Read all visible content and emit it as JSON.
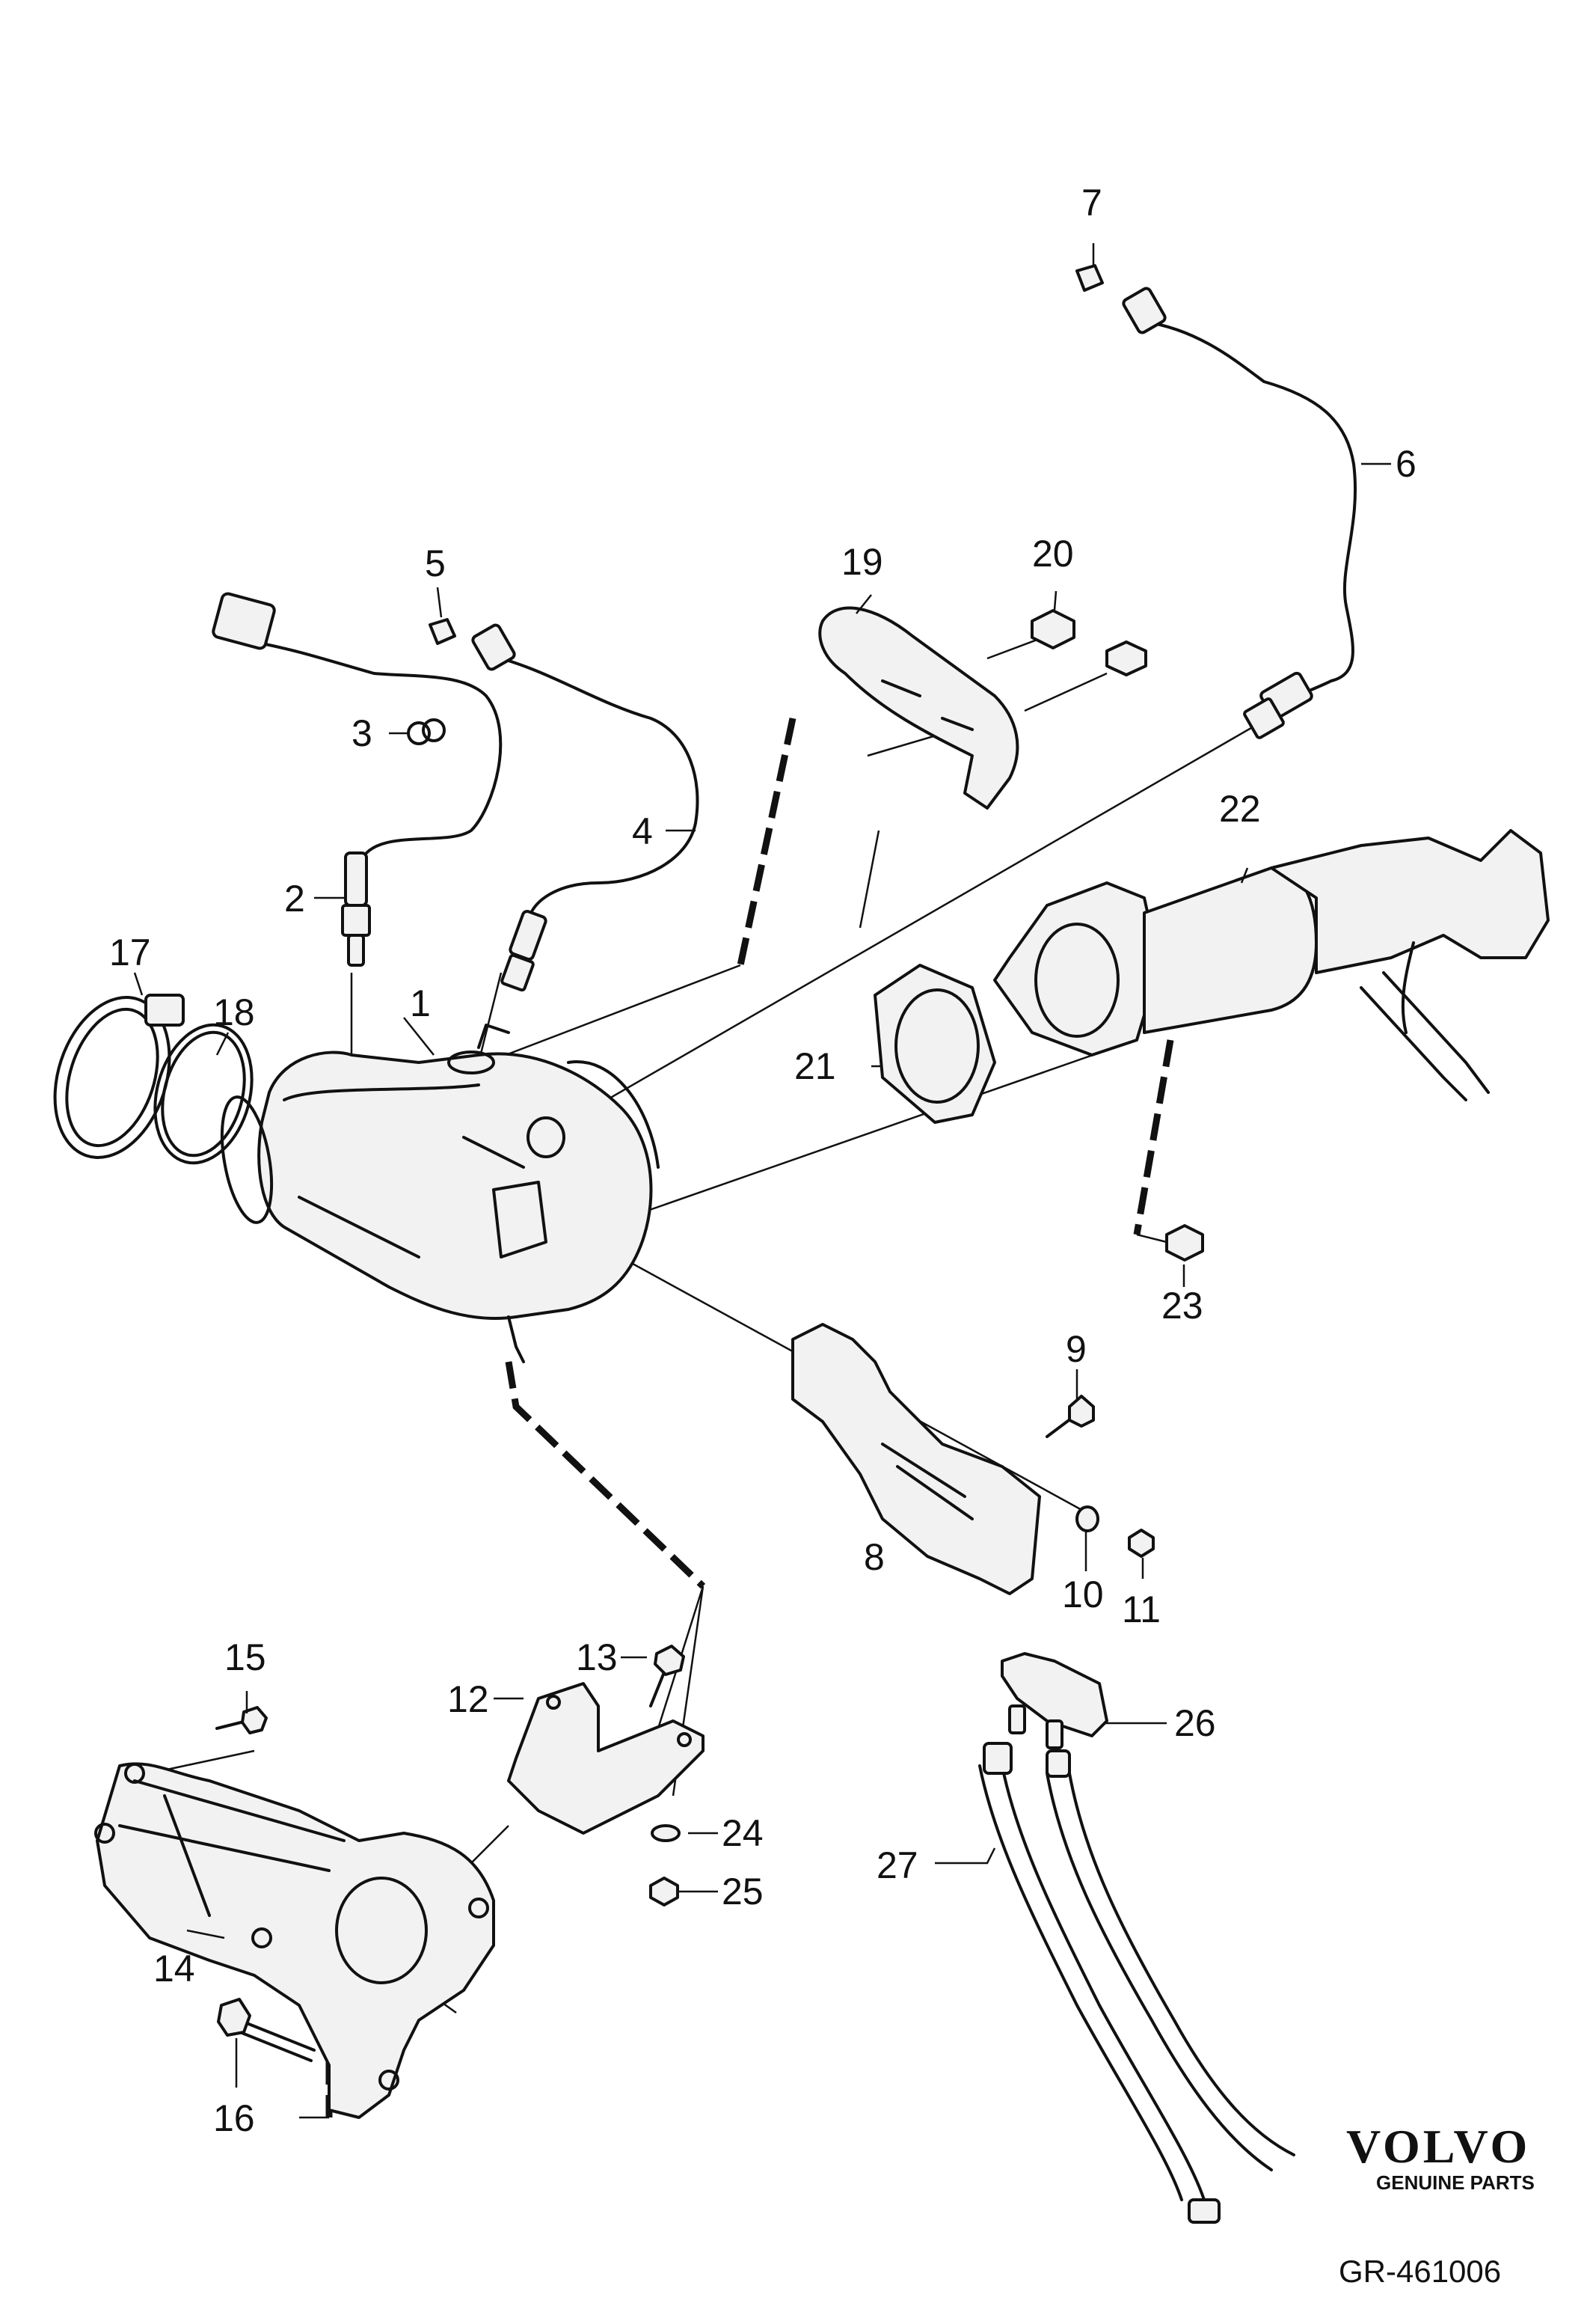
{
  "callouts": {
    "c1": "1",
    "c2": "2",
    "c3": "3",
    "c4": "4",
    "c5": "5",
    "c6": "6",
    "c7": "7",
    "c8": "8",
    "c9": "9",
    "c10": "10",
    "c11": "11",
    "c12": "12",
    "c13": "13",
    "c14": "14",
    "c15": "15",
    "c16": "16",
    "c17": "17",
    "c18": "18",
    "c19": "19",
    "c20": "20",
    "c21": "21",
    "c22": "22",
    "c23": "23",
    "c24": "24",
    "c25": "25",
    "c26": "26",
    "c27": "27"
  },
  "branding": {
    "brand": "VOLVO",
    "brand_sub": "GENUINE PARTS",
    "doc_ref": "GR-461006"
  }
}
